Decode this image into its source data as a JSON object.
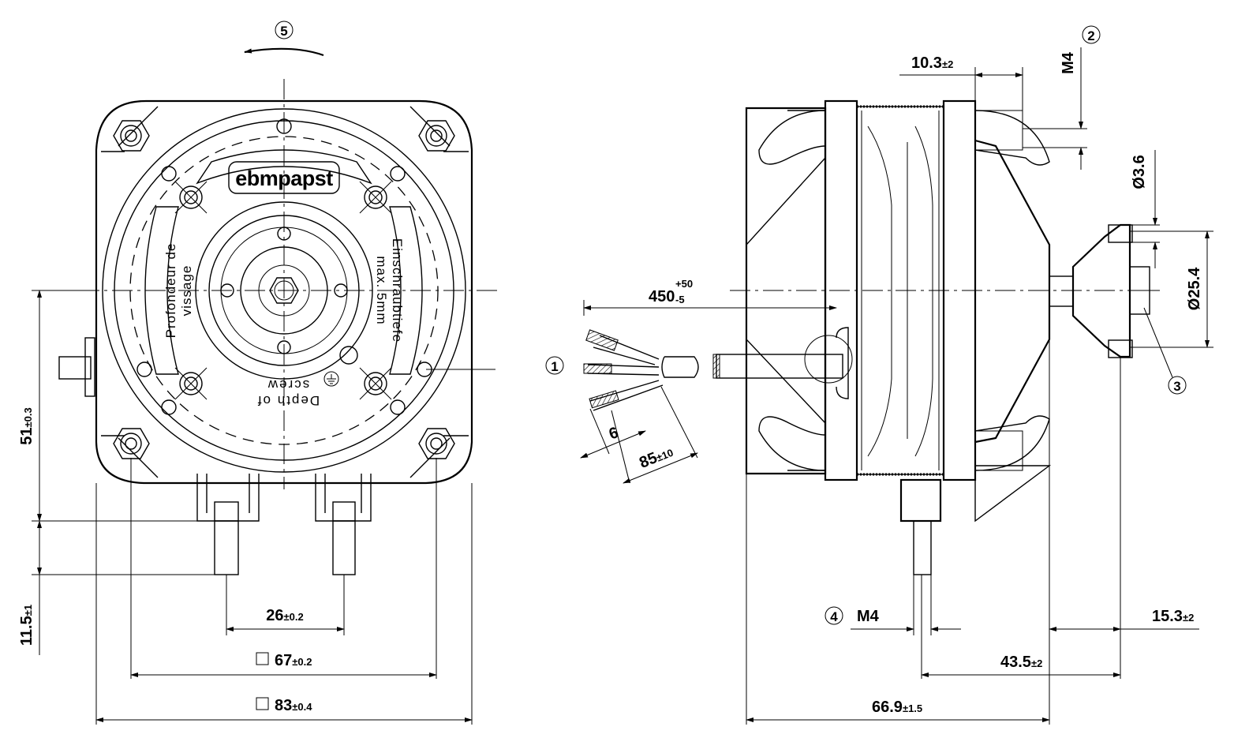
{
  "brand": {
    "logo": "ebmpapst"
  },
  "front_view": {
    "rotation_callout": "5",
    "engraving_fr": [
      "Profondeur de",
      "vissage"
    ],
    "engraving_de": [
      "Einschraubtiefe",
      "max. 5mm"
    ],
    "engraving_en": [
      "Depth of",
      "screw"
    ],
    "dim_height": {
      "value": "51",
      "tol": "±0.3"
    },
    "dim_terminal": {
      "value": "11.5",
      "tol": "±1"
    },
    "dim_pin_spacing": {
      "value": "26",
      "tol": "±0.2"
    },
    "dim_hole_square": {
      "value": "67",
      "tol": "±0.2"
    },
    "dim_outer_square": {
      "value": "83",
      "tol": "±0.4"
    }
  },
  "side_view": {
    "callout_1": "1",
    "callout_2": "2",
    "callout_3": "3",
    "callout_4": "4",
    "dim_cable": {
      "value": "450",
      "tol_plus": "+50",
      "tol_minus": "-5"
    },
    "dim_strip": {
      "value": "6"
    },
    "dim_wire": {
      "value": "85",
      "tol": "±10"
    },
    "dim_top_offset": {
      "value": "10.3",
      "tol": "±2"
    },
    "label_m4_top": "M4",
    "label_m4_bottom": "M4",
    "dim_hole": {
      "value": "Ø3.6"
    },
    "dim_hub": {
      "value": "Ø25.4"
    },
    "dim_shaft": {
      "value": "15.3",
      "tol": "±2"
    },
    "dim_stud_pos": {
      "value": "43.5",
      "tol": "±2"
    },
    "dim_depth": {
      "value": "66.9",
      "tol": "±1.5"
    }
  }
}
